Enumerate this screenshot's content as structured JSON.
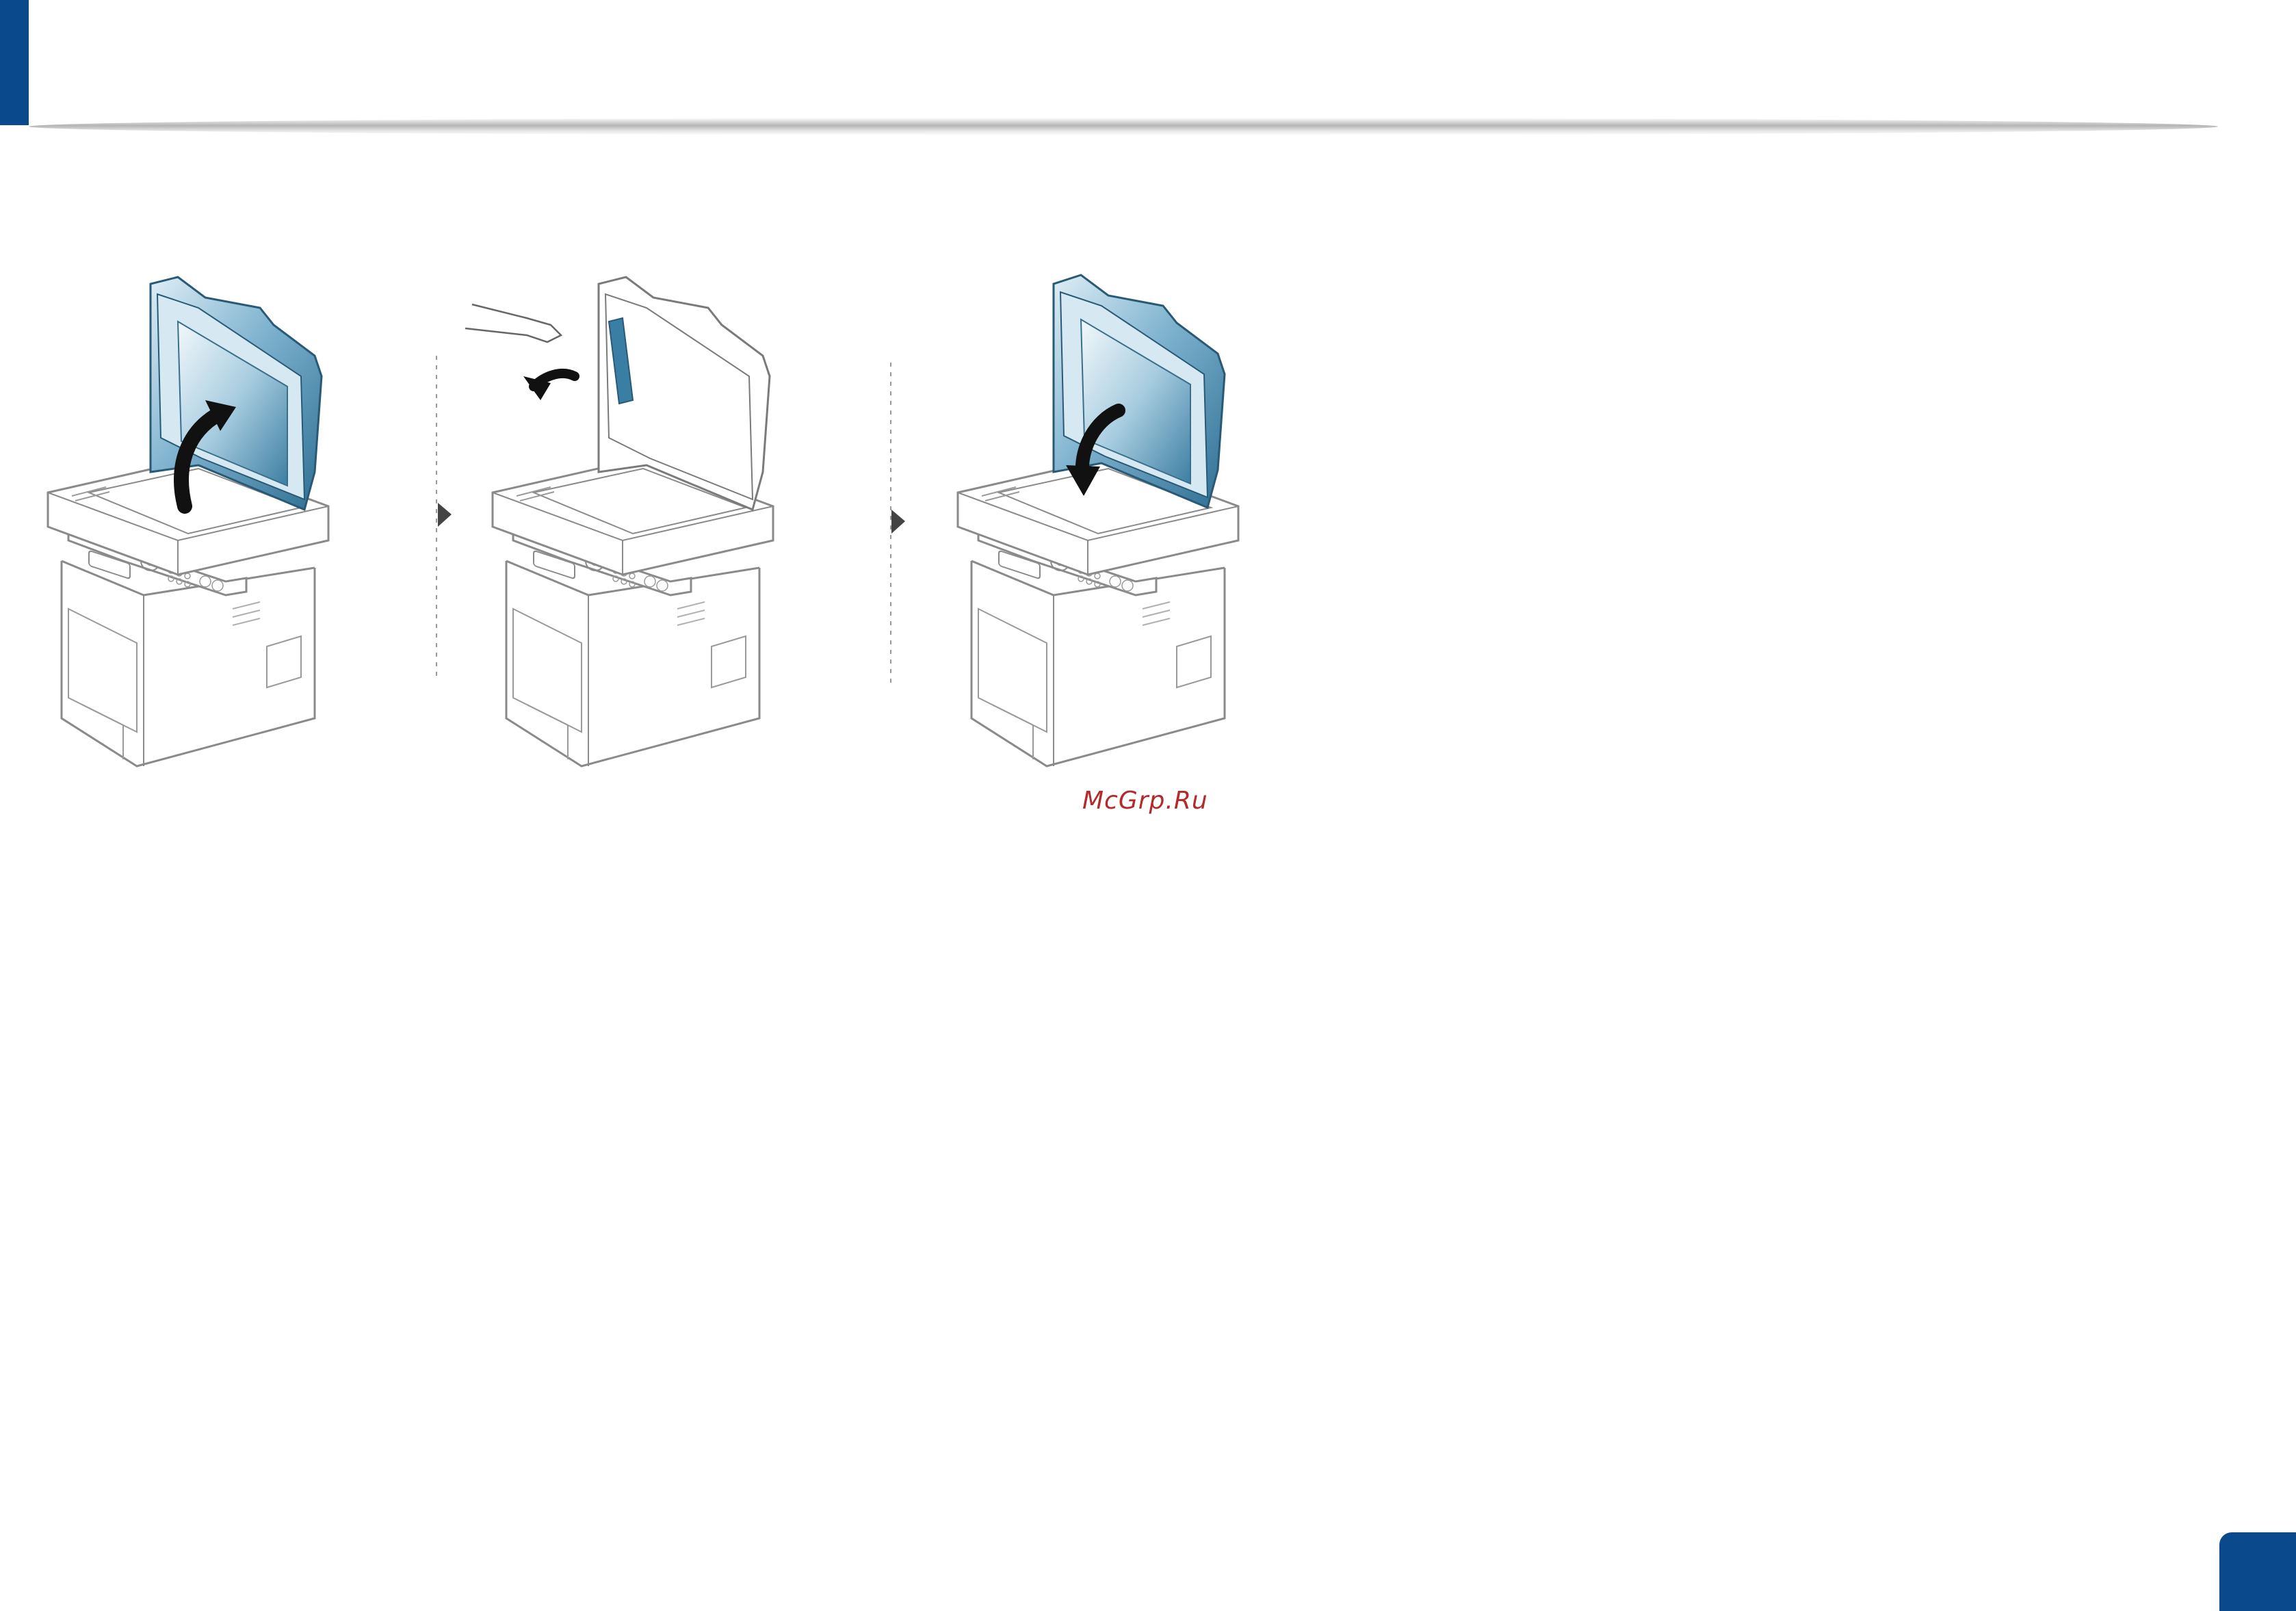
{
  "header": {
    "accent_color": "#0a4a8c"
  },
  "figure": {
    "steps": [
      {
        "action": "open-scanner-lid",
        "arrow_icon": "curved-arrow-up-icon"
      },
      {
        "action": "remove-jammed-paper",
        "arrow_icon": "curved-arrow-left-icon"
      },
      {
        "action": "close-scanner-lid",
        "arrow_icon": "curved-arrow-down-icon"
      }
    ],
    "separator_icon": "triangle-right-icon",
    "lid_color": "#3b7ea3"
  },
  "watermark": {
    "text": "McGrp.Ru",
    "color": "#b22a2a"
  },
  "page_tab": {
    "color": "#0a4a8c"
  }
}
